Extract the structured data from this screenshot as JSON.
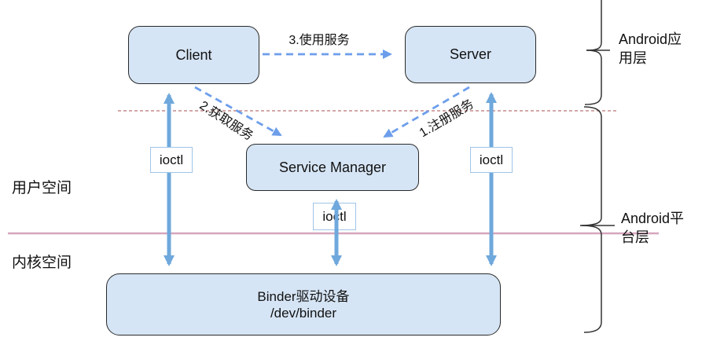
{
  "diagram": {
    "nodes": {
      "client": {
        "label": "Client"
      },
      "server": {
        "label": "Server"
      },
      "service_manager": {
        "label": "Service Manager"
      },
      "binder_driver": {
        "line1": "Binder驱动设备",
        "line2": "/dev/binder"
      },
      "ioctl_left": {
        "label": "ioctl"
      },
      "ioctl_middle": {
        "label": "ioctl"
      },
      "ioctl_right": {
        "label": "ioctl"
      }
    },
    "edges": {
      "use_service": {
        "label": "3.使用服务"
      },
      "get_service": {
        "label": "2.获取服务"
      },
      "register_service": {
        "label": "1.注册服务"
      }
    },
    "regions": {
      "user_space": {
        "label": "用户空间"
      },
      "kernel_space": {
        "label": "内核空间"
      },
      "app_layer": {
        "label": "Android应用层"
      },
      "platform_layer": {
        "label": "Android平台层"
      }
    },
    "colors": {
      "node_fill": "#d6e5f5",
      "node_border": "#2a2a2a",
      "solid_arrow_blue": "#6fa8dc",
      "dashed_arrow_blue": "#6d9eeb",
      "ioctl_border": "#9fc5e8",
      "divider_solid_pink": "#d5a6bd",
      "divider_dashed_pink": "#c58a8a",
      "brace": "#333333"
    }
  }
}
